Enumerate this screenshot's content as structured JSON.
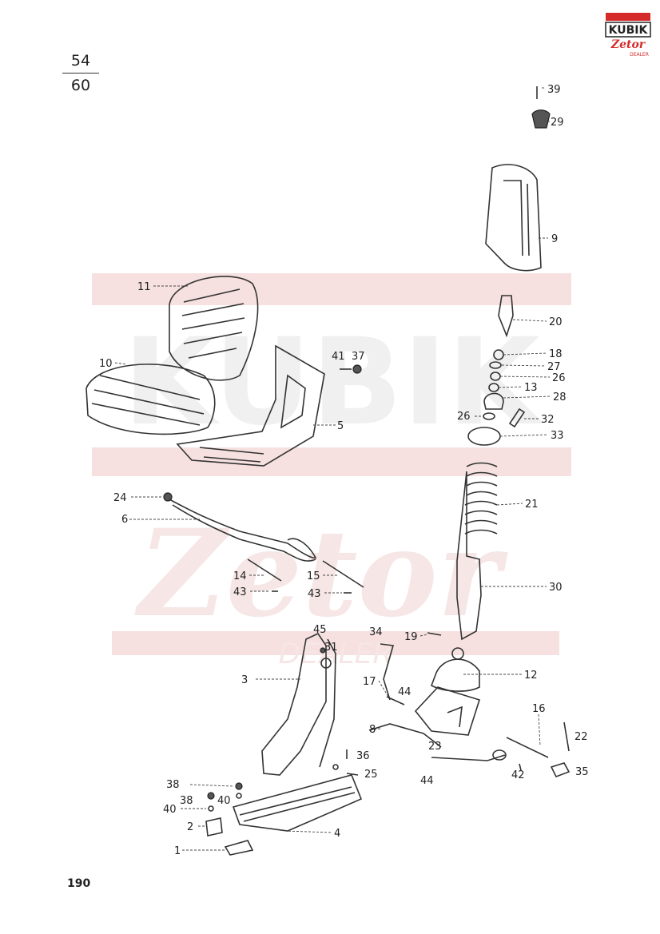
{
  "page_ref": {
    "numerator": "54",
    "denominator": "60"
  },
  "page_number": "190",
  "logo": {
    "line1": "KUBIK",
    "line2": "Zetor",
    "line3": "DEALER",
    "color": "#d42a2a"
  },
  "watermark": {
    "line1": "KUBIK",
    "line2": "Zetor",
    "line3": "DEALER",
    "color": "#f2d0d0"
  },
  "callouts": [
    "39",
    "29",
    "9",
    "20",
    "18",
    "27",
    "26",
    "13",
    "28",
    "26",
    "32",
    "33",
    "21",
    "30",
    "11",
    "10",
    "41",
    "37",
    "5",
    "24",
    "6",
    "14",
    "15",
    "43",
    "43",
    "19",
    "34",
    "45",
    "31",
    "3",
    "17",
    "44",
    "12",
    "16",
    "8",
    "23",
    "22",
    "36",
    "42",
    "35",
    "25",
    "44",
    "38",
    "40",
    "38",
    "40",
    "2",
    "4",
    "1"
  ]
}
